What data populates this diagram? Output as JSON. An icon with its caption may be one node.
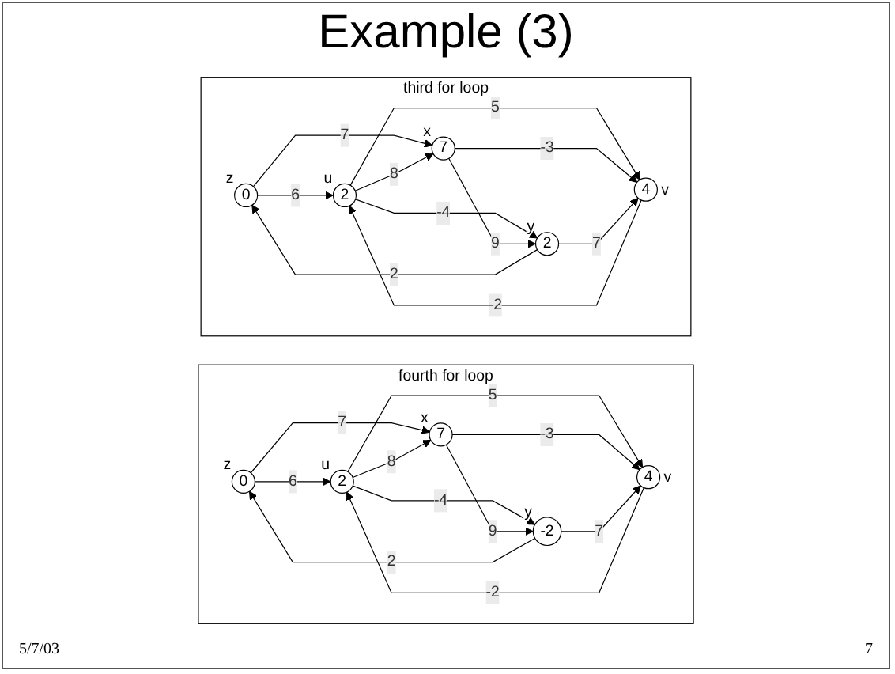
{
  "diagram": {
    "title": "Example (3)",
    "nodes": [
      {
        "text": [
          "third for loop"
        ]
      },
      {
        "text": [
          "0"
        ],
        "beside": [
          "z"
        ],
        "in": 0
      },
      {
        "text": [
          "2"
        ],
        "beside": [
          "u"
        ],
        "in": 0
      },
      {
        "text": [
          "4"
        ],
        "beside": [
          "v"
        ],
        "in": 0
      },
      {
        "text": [
          "7"
        ],
        "beside": [
          "x"
        ],
        "in": 0
      },
      {
        "text": [
          "2"
        ],
        "beside": [
          "y"
        ],
        "in": 0
      },
      {
        "text": [
          "fourth for loop"
        ]
      },
      {
        "text": [
          "0"
        ],
        "beside": [
          "z"
        ],
        "in": 6
      },
      {
        "text": [
          "2"
        ],
        "beside": [
          "u"
        ],
        "in": 6
      },
      {
        "text": [
          "4"
        ],
        "beside": [
          "v"
        ],
        "in": 6
      },
      {
        "text": [
          "7"
        ],
        "beside": [
          "x"
        ],
        "in": 6
      },
      {
        "text": [
          "-2"
        ],
        "beside": [
          "y"
        ],
        "in": 6
      }
    ],
    "edges": [
      {
        "from": 1,
        "to": 2,
        "arrow": "to",
        "label": "6"
      },
      {
        "from": 1,
        "to": 4,
        "arrow": "to",
        "label": "7"
      },
      {
        "from": 2,
        "to": 3,
        "arrow": "to",
        "label": "5"
      },
      {
        "from": 3,
        "to": 2,
        "arrow": "to",
        "label": "-2"
      },
      {
        "from": 2,
        "to": 4,
        "arrow": "to",
        "label": "8"
      },
      {
        "from": 2,
        "to": 5,
        "arrow": "to",
        "label": "-4"
      },
      {
        "from": 4,
        "to": 3,
        "arrow": "to",
        "label": "-3"
      },
      {
        "from": 4,
        "to": 5,
        "arrow": "to",
        "label": "9"
      },
      {
        "from": 5,
        "to": 3,
        "arrow": "to",
        "label": "7"
      },
      {
        "from": 5,
        "to": 1,
        "arrow": "to",
        "label": "2"
      },
      {
        "from": 7,
        "to": 8,
        "arrow": "to",
        "label": "6"
      },
      {
        "from": 7,
        "to": 10,
        "arrow": "to",
        "label": "7"
      },
      {
        "from": 8,
        "to": 9,
        "arrow": "to",
        "label": "5"
      },
      {
        "from": 9,
        "to": 8,
        "arrow": "to",
        "label": "-2"
      },
      {
        "from": 8,
        "to": 10,
        "arrow": "to",
        "label": "8"
      },
      {
        "from": 8,
        "to": 11,
        "arrow": "to",
        "label": "-4"
      },
      {
        "from": 10,
        "to": 9,
        "arrow": "to",
        "label": "-3"
      },
      {
        "from": 10,
        "to": 11,
        "arrow": "to",
        "label": "9"
      },
      {
        "from": 11,
        "to": 9,
        "arrow": "to",
        "label": "7"
      },
      {
        "from": 11,
        "to": 7,
        "arrow": "to",
        "label": "2"
      }
    ],
    "labels": [
      "5/7/03",
      "7"
    ]
  }
}
